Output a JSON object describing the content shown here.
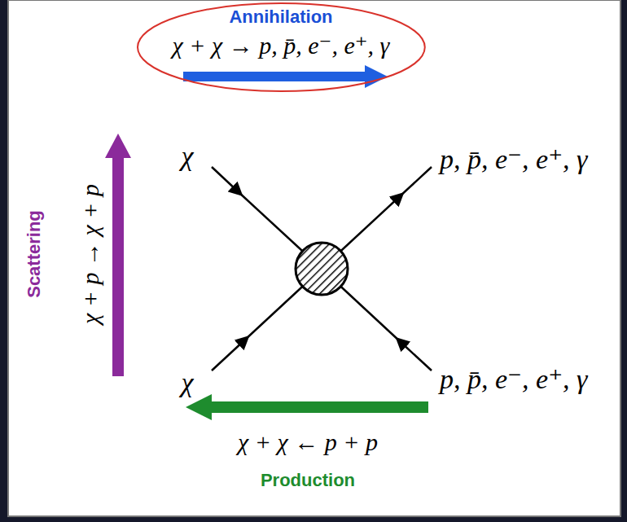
{
  "diagram": {
    "nodes": [
      {
        "text": [
          "Annihilation",
          "χ + χ → p, p̄, e⁻, e⁺, γ"
        ]
      }
    ],
    "labels": [
      "Scattering",
      "χ + p → χ + p",
      "χ",
      "p, p̄, e⁻, e⁺, γ",
      "χ",
      "p, p̄, e⁻, e⁺, γ",
      "χ + χ ← p + p",
      "Production"
    ]
  }
}
